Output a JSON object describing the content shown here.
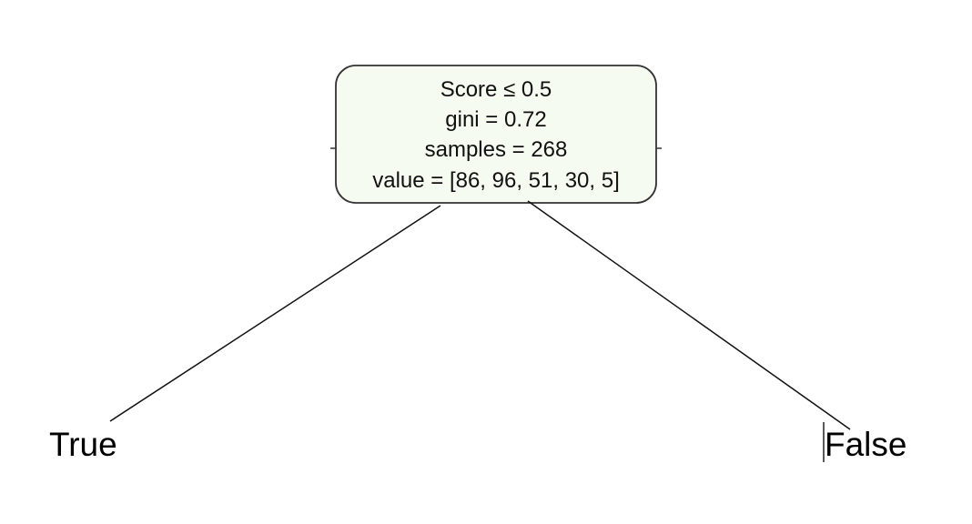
{
  "diagram": {
    "root": {
      "condition": "Score ≤ 0.5",
      "gini": "gini = 0.72",
      "samples": "samples = 268",
      "value": "value = [86, 96, 51, 30, 5]",
      "fill_color": "#f5fbf0",
      "border_color": "#333333"
    },
    "branches": {
      "left_label": "True",
      "right_label": "False"
    }
  }
}
